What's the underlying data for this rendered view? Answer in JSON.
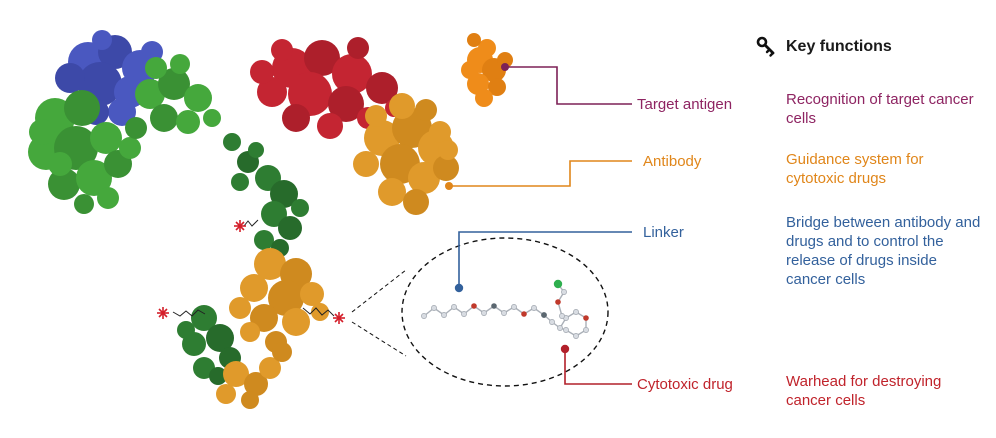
{
  "header": {
    "title": "Key functions"
  },
  "legend": {
    "items": [
      {
        "id": "target-antigen",
        "label": "Target antigen",
        "description": "Recognition of target cancer cells",
        "color": "#8e2462"
      },
      {
        "id": "antibody",
        "label": "Antibody",
        "description": "Guidance system for cytotoxic drugs",
        "color": "#e0861a"
      },
      {
        "id": "linker",
        "label": "Linker",
        "description": "Bridge between antibody and drugs and to control the release of drugs inside cancer cells",
        "color": "#33619c"
      },
      {
        "id": "cytotoxic-drug",
        "label": "Cytotoxic drug",
        "description": "Warhead for destroying cancer cells",
        "color": "#c0232b"
      }
    ]
  },
  "illustration": {
    "colors": {
      "fab_blue": "#4a58c0",
      "fab_green": "#45a83c",
      "fab_red": "#c42532",
      "fc_orange": "#e09a2b",
      "hinge_dark_green": "#2e7d32",
      "antigen_orange": "#ef8c1a",
      "drug_star_red": "#d41f2a"
    }
  }
}
